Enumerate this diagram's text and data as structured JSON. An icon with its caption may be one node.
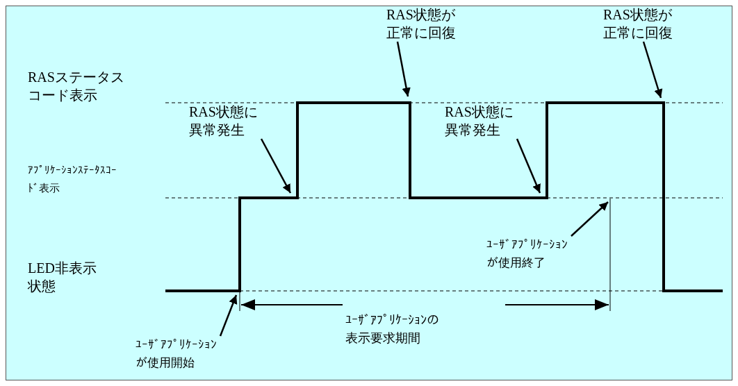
{
  "diagram": {
    "nodes": [
      {
        "text": [
          "RAS状態が正常に回復"
        ]
      },
      {
        "text": [
          "RAS状態が正常に回復"
        ]
      },
      {
        "text": [
          "RAS状態に異常発生"
        ]
      },
      {
        "text": [
          "RAS状態に異常発生"
        ]
      },
      {
        "text": [
          "ﾕｰｻﾞｱﾌﾟﾘｹｰｼｮﾝが使用終了"
        ]
      },
      {
        "text": [
          "ﾕｰｻﾞｱﾌﾟﾘｹｰｼｮﾝが使用開始"
        ]
      }
    ],
    "edges": [
      {
        "from": 0,
        "to": null,
        "arrow": "to"
      },
      {
        "from": 1,
        "to": null,
        "arrow": "to"
      },
      {
        "from": 2,
        "to": null,
        "arrow": "to"
      },
      {
        "from": 3,
        "to": null,
        "arrow": "to"
      },
      {
        "from": 4,
        "to": null,
        "arrow": "to"
      },
      {
        "from": 5,
        "to": null,
        "arrow": "to"
      }
    ],
    "labels": [
      "RASステータスコード表示",
      "ｱﾌﾟﾘｹｰｼｮﾝｽﾃｰﾀｽｺｰﾄﾞ表示",
      "LED非表示状態",
      "ﾕｰｻﾞｱﾌﾟﾘｹｰｼｮﾝの表示要求期間"
    ]
  }
}
